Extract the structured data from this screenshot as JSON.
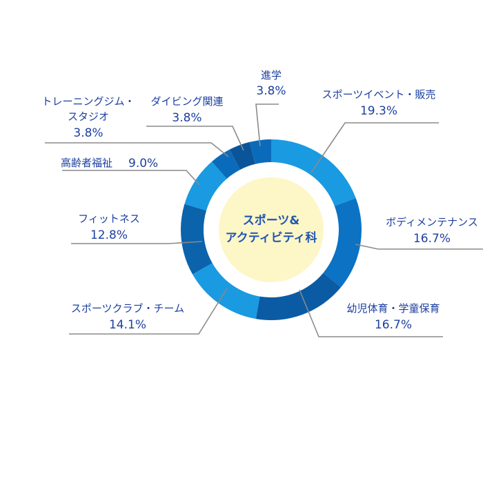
{
  "chart_data": {
    "type": "pie",
    "center_label": [
      "スポーツ&",
      "アクティビティ科"
    ],
    "categories": [
      "スポーツイベント・販売",
      "ボディメンテナンス",
      "幼児体育・学童保育",
      "スポーツクラブ・チーム",
      "フィットネス",
      "高齢者福祉",
      "トレーニングジム・スタジオ",
      "ダイビング関連",
      "進学"
    ],
    "values": [
      19.3,
      16.7,
      16.7,
      14.1,
      12.8,
      9.0,
      3.8,
      3.8,
      3.8
    ],
    "value_labels": [
      "19.3%",
      "16.7%",
      "16.7%",
      "14.1%",
      "12.8%",
      "9.0%",
      "3.8%",
      "3.8%",
      "3.8%"
    ],
    "colors": [
      "#1a9ae0",
      "#0b72c4",
      "#0a5ba3",
      "#1a9ae0",
      "#0b63ac",
      "#1a9ae0",
      "#0b6bbb",
      "#0a5599",
      "#0b6bbb"
    ],
    "inner_color": "#fdf6c6"
  }
}
